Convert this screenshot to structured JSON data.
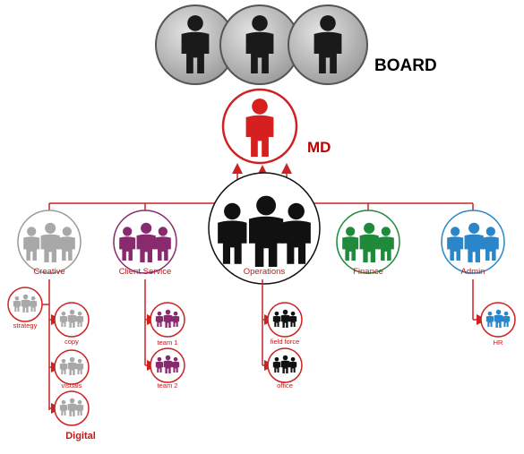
{
  "board": {
    "label": "BOARD"
  },
  "md": {
    "label": "MD"
  },
  "departments": [
    {
      "key": "creative",
      "label": "Creative",
      "color": "#9a9a9a"
    },
    {
      "key": "client-service",
      "label": "Client Service",
      "color": "#8a2a6e"
    },
    {
      "key": "operations",
      "label": "Operations",
      "color": "#111111"
    },
    {
      "key": "finance",
      "label": "Finance",
      "color": "#1e8a3a"
    },
    {
      "key": "admin",
      "label": "Admin",
      "color": "#2a86c8"
    }
  ],
  "subunits": {
    "creative": [
      "strategy",
      "copy",
      "visuals"
    ],
    "client_service": [
      "team 1",
      "team 2"
    ],
    "operations": [
      "field force",
      "office"
    ],
    "admin": [
      "HR"
    ]
  },
  "extra": {
    "digital": "Digital"
  },
  "colors": {
    "accent_red": "#cc2222",
    "board_gray": "#8c8c8c",
    "md_red": "#d62020"
  }
}
